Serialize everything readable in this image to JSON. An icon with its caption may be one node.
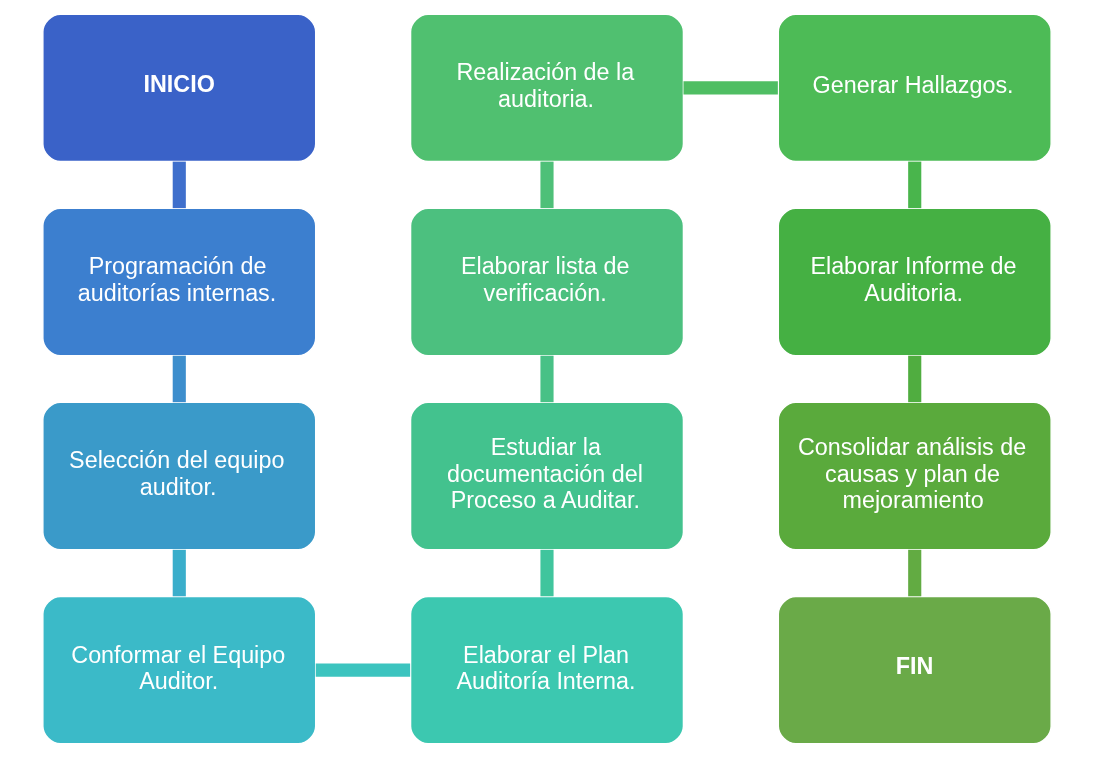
{
  "diagram": {
    "nodes": [
      {
        "text": [
          "INICIO"
        ]
      },
      {
        "text": [
          "Programación de auditorías internas."
        ]
      },
      {
        "text": [
          "Selección del equipo auditor."
        ]
      },
      {
        "text": [
          "Conformar el Equipo Auditor."
        ]
      },
      {
        "text": [
          "Elaborar el Plan Auditoría Interna."
        ]
      },
      {
        "text": [
          "Estudiar la documentación del Proceso a Auditar."
        ]
      },
      {
        "text": [
          "Elaborar lista de verificación."
        ]
      },
      {
        "text": [
          "Realización de la auditoria."
        ]
      },
      {
        "text": [
          "Generar Hallazgos."
        ]
      },
      {
        "text": [
          "Elaborar Informe de Auditoria."
        ]
      },
      {
        "text": [
          "Consolidar análisis de causas y plan de mejoramiento"
        ]
      },
      {
        "text": [
          "FIN"
        ]
      }
    ],
    "edges": [
      {
        "from": 0,
        "to": 1,
        "arrow": "none",
        "color": "#3f6fcc"
      },
      {
        "from": 1,
        "to": 2,
        "arrow": "none",
        "color": "#3d8ecd"
      },
      {
        "from": 2,
        "to": 3,
        "arrow": "none",
        "color": "#3aaecb"
      },
      {
        "from": 3,
        "to": 4,
        "arrow": "none",
        "color": "#3cc4bf"
      },
      {
        "from": 4,
        "to": 5,
        "arrow": "none",
        "color": "#40c59d"
      },
      {
        "from": 5,
        "to": 6,
        "arrow": "none",
        "color": "#48c186"
      },
      {
        "from": 6,
        "to": 7,
        "arrow": "none",
        "color": "#4ec078"
      },
      {
        "from": 7,
        "to": 8,
        "arrow": "none",
        "color": "#4fbe63"
      },
      {
        "from": 8,
        "to": 9,
        "arrow": "none",
        "color": "#49b54c"
      },
      {
        "from": 9,
        "to": 10,
        "arrow": "none",
        "color": "#50ad40"
      },
      {
        "from": 10,
        "to": 11,
        "arrow": "none",
        "color": "#62ab42"
      }
    ]
  }
}
